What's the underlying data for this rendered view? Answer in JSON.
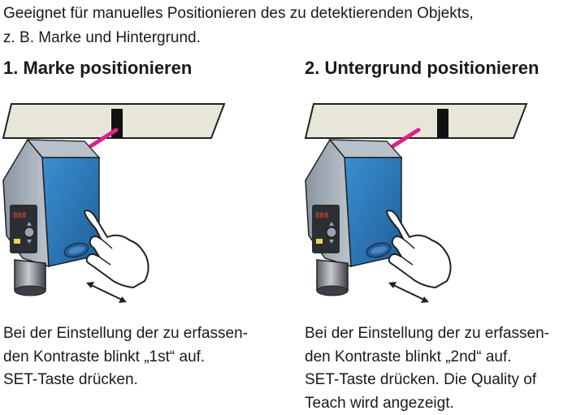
{
  "intro": {
    "line1": "Geeignet für manuelles Positionieren des zu detektierenden Objekts,",
    "line2": "z. B. Marke und Hintergrund."
  },
  "steps": [
    {
      "title": "1. Marke positionieren",
      "caption": [
        "Bei der Einstellung der zu erfassen-",
        "den Kontraste blinkt „1st“ auf.",
        "SET-Taste drücken."
      ]
    },
    {
      "title": "2. Untergrund positionieren",
      "caption": [
        "Bei der Einstellung der zu erfassen-",
        "den Kontraste blinkt „2nd“ auf.",
        "SET-Taste drücken. Die Quality of",
        "Teach wird angezeigt."
      ]
    }
  ],
  "display_digits": "888",
  "colors": {
    "beam": "#e0208a",
    "sensor_blue": "#2f7fc1",
    "sensor_gray": "#8c96a2",
    "strip": "#e8e6d9",
    "mark": "#111111"
  }
}
